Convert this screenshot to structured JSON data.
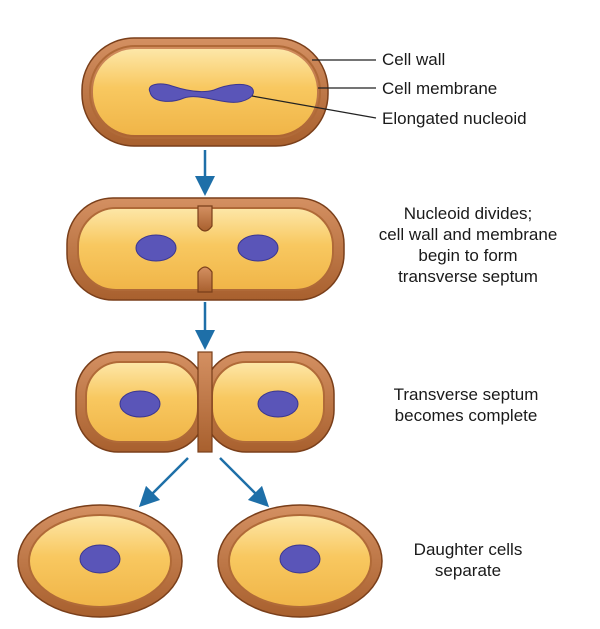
{
  "labels": {
    "cell_wall": "Cell wall",
    "cell_membrane": "Cell membrane",
    "elongated_nucleoid": "Elongated nucleoid",
    "step2": [
      "Nucleoid divides;",
      "cell wall and membrane",
      "begin to form",
      "transverse septum"
    ],
    "step3": [
      "Transverse septum",
      "becomes complete"
    ],
    "step4": [
      "Daughter cells",
      "separate"
    ]
  },
  "colors": {
    "wall": "#c07b48",
    "wall_dark": "#8a4a22",
    "cytoplasm": "#f8c45e",
    "cytoplasm_light": "#fde3a0",
    "nucleoid": "#5a55b8",
    "arrow": "#1e6fa8"
  }
}
